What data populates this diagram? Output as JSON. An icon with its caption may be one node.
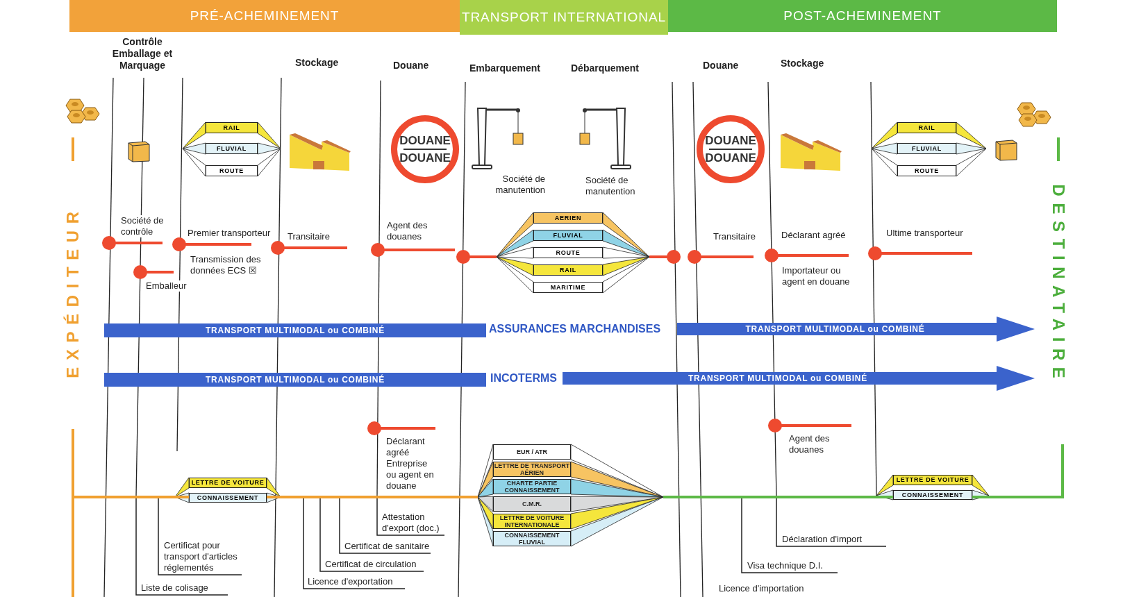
{
  "diagram": {
    "nodes": [
      {
        "text": [
          "PRÉ-ACHEMINEMENT"
        ]
      },
      {
        "text": [
          "TRANSPORT INTERNATIONAL"
        ]
      },
      {
        "text": [
          "POST-ACHEMINEMENT"
        ]
      },
      {
        "text": [
          "RAIL"
        ]
      },
      {
        "text": [
          "FLUVIAL"
        ]
      },
      {
        "text": [
          "ROUTE"
        ]
      },
      {
        "text": [
          "DOUANE",
          "DOUANE"
        ]
      },
      {
        "text": [
          "AERIEN"
        ]
      },
      {
        "text": [
          "FLUVIAL"
        ]
      },
      {
        "text": [
          "ROUTE"
        ]
      },
      {
        "text": [
          "RAIL"
        ]
      },
      {
        "text": [
          "MARITIME"
        ]
      },
      {
        "text": [
          "DOUANE",
          "DOUANE"
        ]
      },
      {
        "text": [
          "RAIL"
        ]
      },
      {
        "text": [
          "FLUVIAL"
        ]
      },
      {
        "text": [
          "ROUTE"
        ]
      },
      {
        "text": [
          "TRANSPORT MULTIMODAL ou COMBINÉ"
        ]
      },
      {
        "text": [
          "TRANSPORT MULTIMODAL ou COMBINÉ"
        ]
      },
      {
        "text": [
          "TRANSPORT MULTIMODAL ou COMBINÉ"
        ]
      },
      {
        "text": [
          "TRANSPORT MULTIMODAL ou COMBINÉ"
        ]
      },
      {
        "text": [],
        "shape": "line"
      },
      {
        "text": [
          "LETTRE DE VOITURE"
        ]
      },
      {
        "text": [
          "CONNAISSEMENT"
        ]
      },
      {
        "text": [
          "EUR / ATR"
        ]
      },
      {
        "text": [
          "LETTRE DE TRANSPORT AÉRIEN"
        ]
      },
      {
        "text": [
          "CHARTE PARTIE CONNAISSEMENT"
        ]
      },
      {
        "text": [
          "C.M.R."
        ]
      },
      {
        "text": [
          "LETTRE DE VOITURE INTERNATIONALE"
        ]
      },
      {
        "text": [
          "CONNAISSEMENT FLUVIAL"
        ]
      },
      {
        "text": [],
        "shape": "line"
      },
      {
        "text": [
          "LETTRE DE VOITURE"
        ]
      },
      {
        "text": [
          "CONNAISSEMENT"
        ]
      },
      {
        "text": [
          "Certificat pour transport d'articles réglementés"
        ]
      },
      {
        "text": [
          "Liste de colisage"
        ]
      },
      {
        "text": [
          "Licence d'exportation"
        ]
      },
      {
        "text": [
          "Certificat de circulation"
        ]
      },
      {
        "text": [
          "Certificat de sanitaire"
        ]
      },
      {
        "text": [
          "Attestation d'export (doc.)"
        ]
      },
      {
        "text": [
          "Visa technique D.I."
        ]
      },
      {
        "text": [
          "Déclaration d'import"
        ]
      }
    ],
    "edges": [
      {
        "from": 32,
        "to": 20,
        "arrow": "none"
      },
      {
        "from": 33,
        "to": 20,
        "arrow": "none"
      },
      {
        "from": 34,
        "to": 20,
        "arrow": "none"
      },
      {
        "from": 35,
        "to": 20,
        "arrow": "none"
      },
      {
        "from": 36,
        "to": 20,
        "arrow": "none"
      },
      {
        "from": 37,
        "to": 20,
        "arrow": "none"
      },
      {
        "from": 38,
        "to": 29,
        "arrow": "none"
      },
      {
        "from": 39,
        "to": 29,
        "arrow": "none"
      }
    ],
    "labels": [
      "Contrôle Emballage et Marquage",
      "Stockage",
      "Douane",
      "Embarquement",
      "Débarquement",
      "Douane",
      "Stockage",
      "Société de manutention",
      "Société de manutention",
      "Société de contrôle",
      "Premier transporteur",
      "Transmission des données ECS ☒",
      "Emballeur",
      "Transitaire",
      "Agent des douanes",
      "Transitaire",
      "Déclarant agréé",
      "Importateur ou agent en douane",
      "Ultime transporteur",
      "ASSURANCES MARCHANDISES",
      "INCOTERMS",
      "Déclarant agréé Entreprise ou agent en douane",
      "Agent des douanes",
      "Licence d'importation",
      "EXPÉDITEUR",
      "DESTINATAIRE"
    ]
  }
}
